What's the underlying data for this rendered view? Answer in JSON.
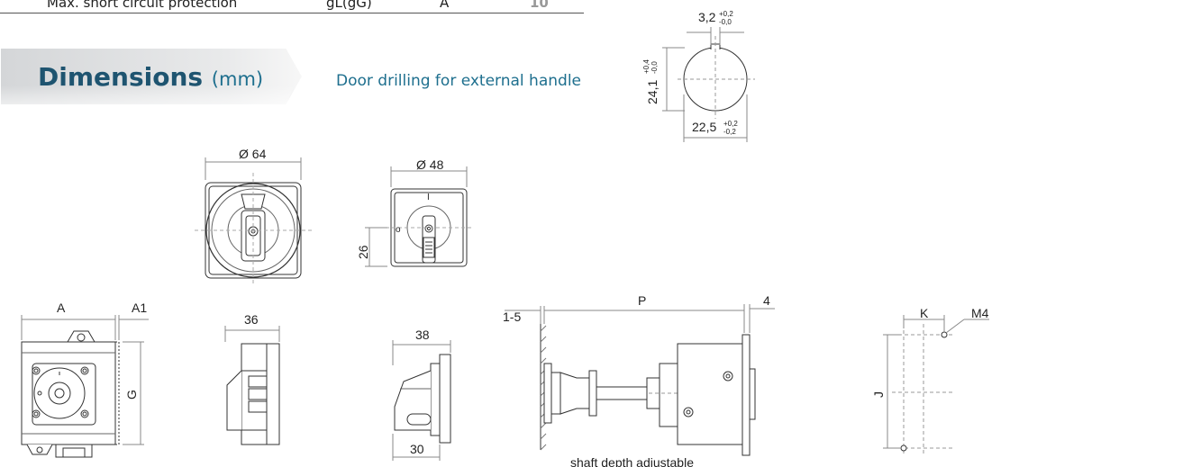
{
  "spec_row": {
    "label": "Max. short circuit protection",
    "type": "gL(gG)",
    "unit": "A",
    "value": "10"
  },
  "section": {
    "title": "Dimensions",
    "unit": "(mm)",
    "subtitle": "Door drilling for external handle"
  },
  "drilling": {
    "key_width": "3,2",
    "key_width_tol_upper": "+0,2",
    "key_width_tol_lower": "-0,0",
    "height": "24,1",
    "height_tol_upper": "+0,4",
    "height_tol_lower": "-0,0",
    "width": "22,5",
    "width_tol_upper": "+0,2",
    "width_tol_lower": "-0,2"
  },
  "handles": {
    "large_diameter": "Ø 64",
    "small_diameter": "Ø 48",
    "small_height": "26",
    "mark_on": "I",
    "mark_off": "o"
  },
  "views": {
    "front_width": "A",
    "front_depth": "A1",
    "front_height": "G",
    "side_width": "36",
    "handle_top_width": "38",
    "handle_bottom_width": "30",
    "depth_total": "P",
    "depth_right": "4",
    "door_thickness": "1-5",
    "shaft_caption": "shaft depth adjustable",
    "hole_spacing_h": "K",
    "hole_thread": "M4",
    "hole_spacing_v": "J"
  },
  "colors": {
    "title": "#1e5470",
    "accent": "#1e6f8e",
    "line": "#333333",
    "dimension": "#666666"
  }
}
